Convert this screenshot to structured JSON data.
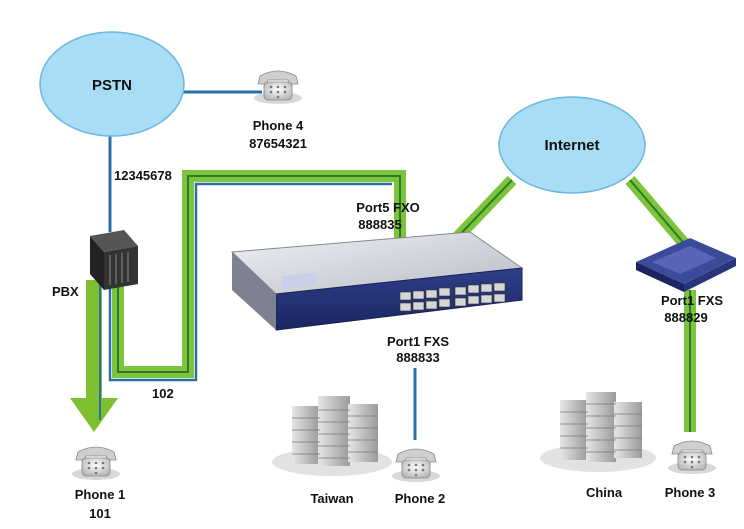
{
  "colors": {
    "cloud": "#a9dcf5",
    "cloud_stroke": "#6cb8e0",
    "link_blue": "#2a6fa8",
    "link_green": "#7cc43b",
    "link_green_dark": "#2f7a2a",
    "arrow_green": "#7dbf2f"
  },
  "labels": {
    "pstn": "PSTN",
    "internet": "Internet",
    "phone4_name": "Phone 4",
    "phone4_num": "87654321",
    "pstn_trunk": "12345678",
    "pbx": "PBX",
    "ext_102": "102",
    "port5_name": "Port5 FXO",
    "port5_num": "888835",
    "port1_main_name": "Port1 FXS",
    "port1_main_num": "888833",
    "port1_remote_name": "Port1 FXS",
    "port1_remote_num": "888829",
    "phone1_name": "Phone 1",
    "phone1_ext": "101",
    "phone2_name": "Phone 2",
    "phone3_name": "Phone 3",
    "site_taiwan": "Taiwan",
    "site_china": "China"
  }
}
